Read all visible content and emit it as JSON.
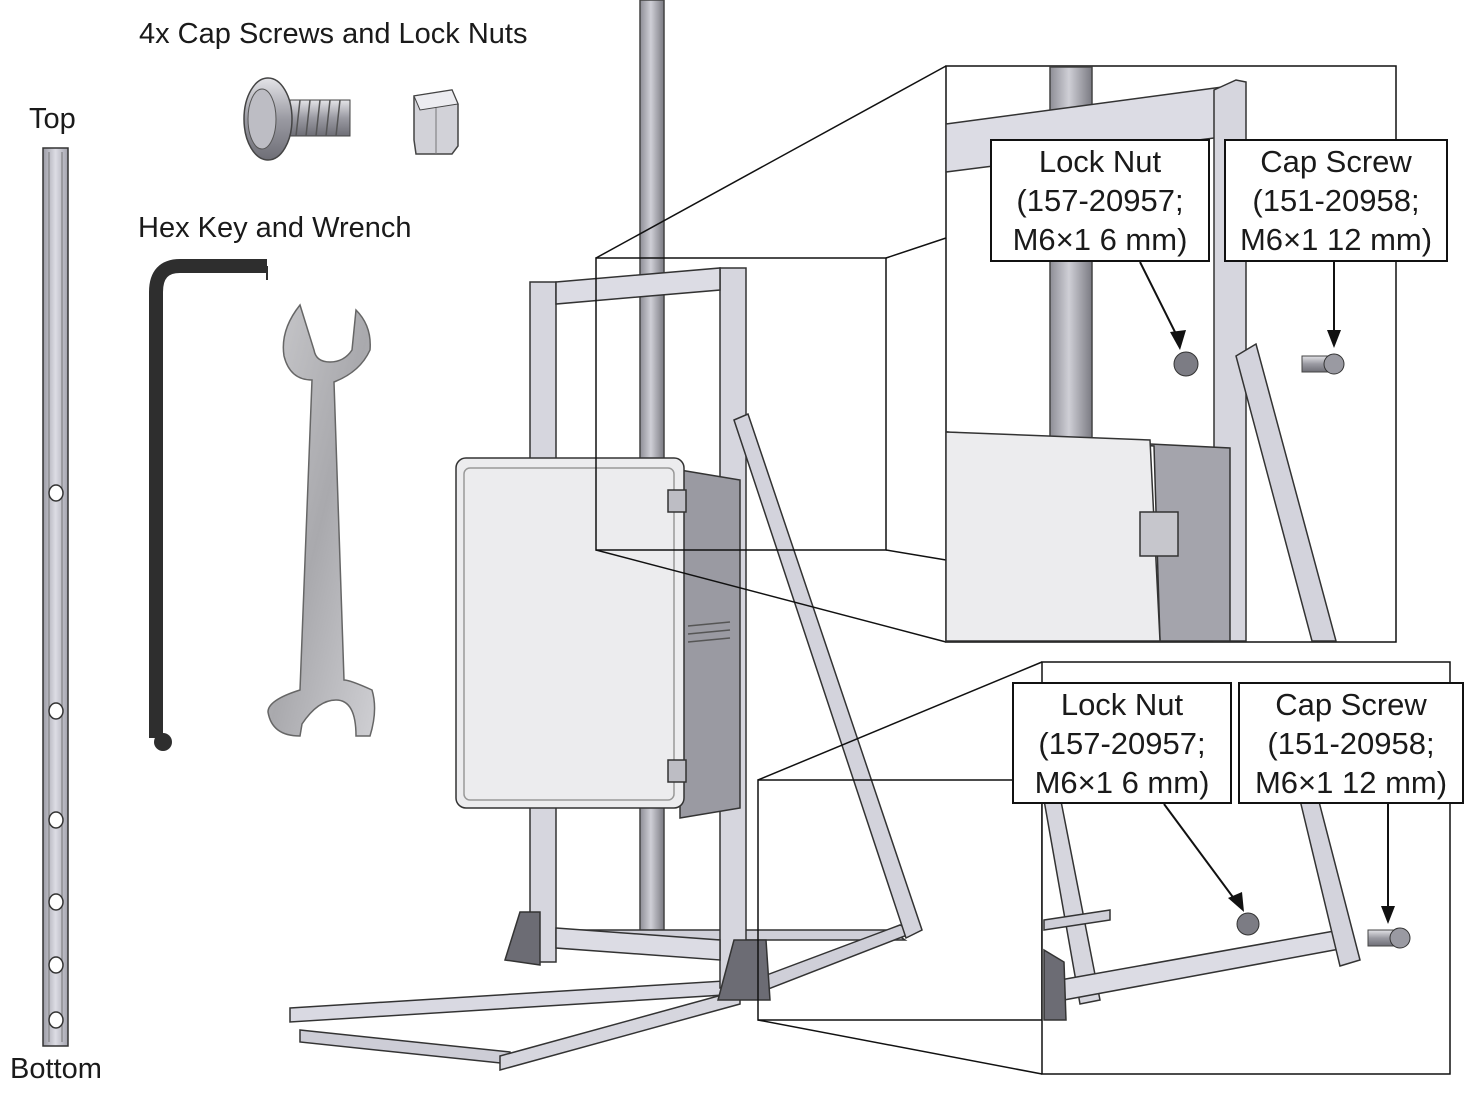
{
  "parts": {
    "screws_nuts_label": "4x Cap Screws and Lock Nuts",
    "tools_label": "Hex Key and Wrench"
  },
  "rail": {
    "top_label": "Top",
    "bottom_label": "Bottom"
  },
  "callouts": {
    "upper": {
      "lock_nut": {
        "title": "Lock Nut",
        "part_number": "(157-20957;",
        "spec": "M6×1 6 mm)"
      },
      "cap_screw": {
        "title": "Cap Screw",
        "part_number": "(151-20958;",
        "spec": "M6×1 12 mm)"
      }
    },
    "lower": {
      "lock_nut": {
        "title": "Lock Nut",
        "part_number": "(157-20957;",
        "spec": "M6×1 6 mm)"
      },
      "cap_screw": {
        "title": "Cap Screw",
        "part_number": "(151-20958;",
        "spec": "M6×1 12 mm)"
      }
    }
  },
  "colors": {
    "line": "#111111",
    "metal_light": "#d9d9e2",
    "metal_mid": "#b8b8c4",
    "metal_dark": "#6c6c74",
    "hex_key": "#2e2e2e",
    "enclosure": "#ececee"
  }
}
